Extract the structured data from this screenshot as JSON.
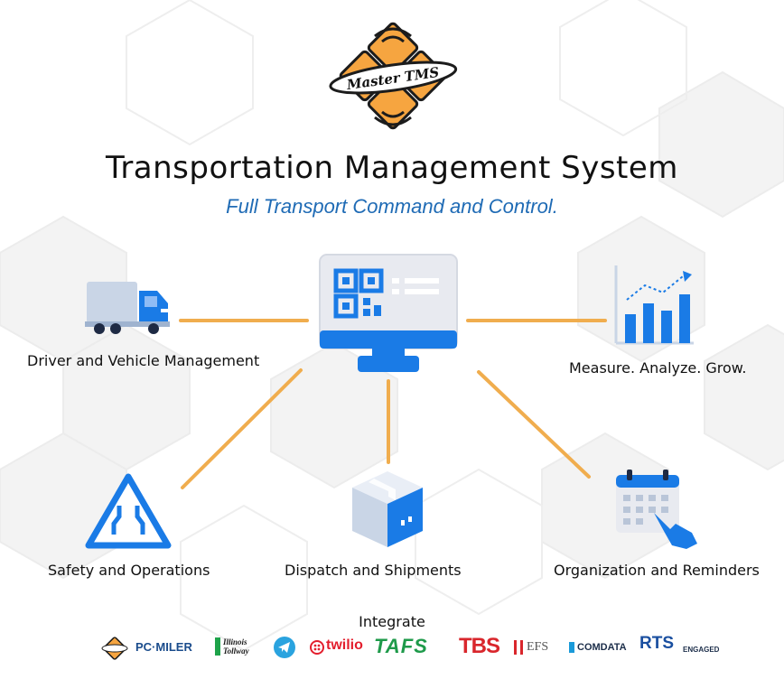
{
  "brand": {
    "name": "MasterTMS",
    "logo_text": "Master TMS",
    "accent": "#f6a540",
    "primary": "#1a7be6"
  },
  "header": {
    "title": "Transportation Management System",
    "subtitle": "Full Transport Command and Control."
  },
  "nodes": [
    {
      "id": "driver-vehicle",
      "label": "Driver and Vehicle Management",
      "icon": "truck-icon"
    },
    {
      "id": "measure",
      "label": "Measure. Analyze. Grow.",
      "icon": "bar-chart-icon"
    },
    {
      "id": "safety",
      "label": "Safety and Operations",
      "icon": "road-warning-icon"
    },
    {
      "id": "dispatch",
      "label": "Dispatch and Shipments",
      "icon": "box-icon"
    },
    {
      "id": "organization",
      "label": "Organization and Reminders",
      "icon": "calendar-icon"
    }
  ],
  "center": {
    "icon": "monitor-qr-icon"
  },
  "integrate": {
    "label": "Integrate",
    "partners": [
      {
        "name": "",
        "icon": "mastertms-badge-icon"
      },
      {
        "name": "PC·MILER"
      },
      {
        "name": "Illinois Tollway"
      },
      {
        "name": "",
        "icon": "telegram-icon"
      },
      {
        "name": "twilio"
      },
      {
        "name": "TAFS"
      },
      {
        "name": "TBS"
      },
      {
        "name": "EFS"
      },
      {
        "name": "COMDATA"
      },
      {
        "name": "RTS"
      },
      {
        "name": "ENGAGED"
      }
    ]
  }
}
